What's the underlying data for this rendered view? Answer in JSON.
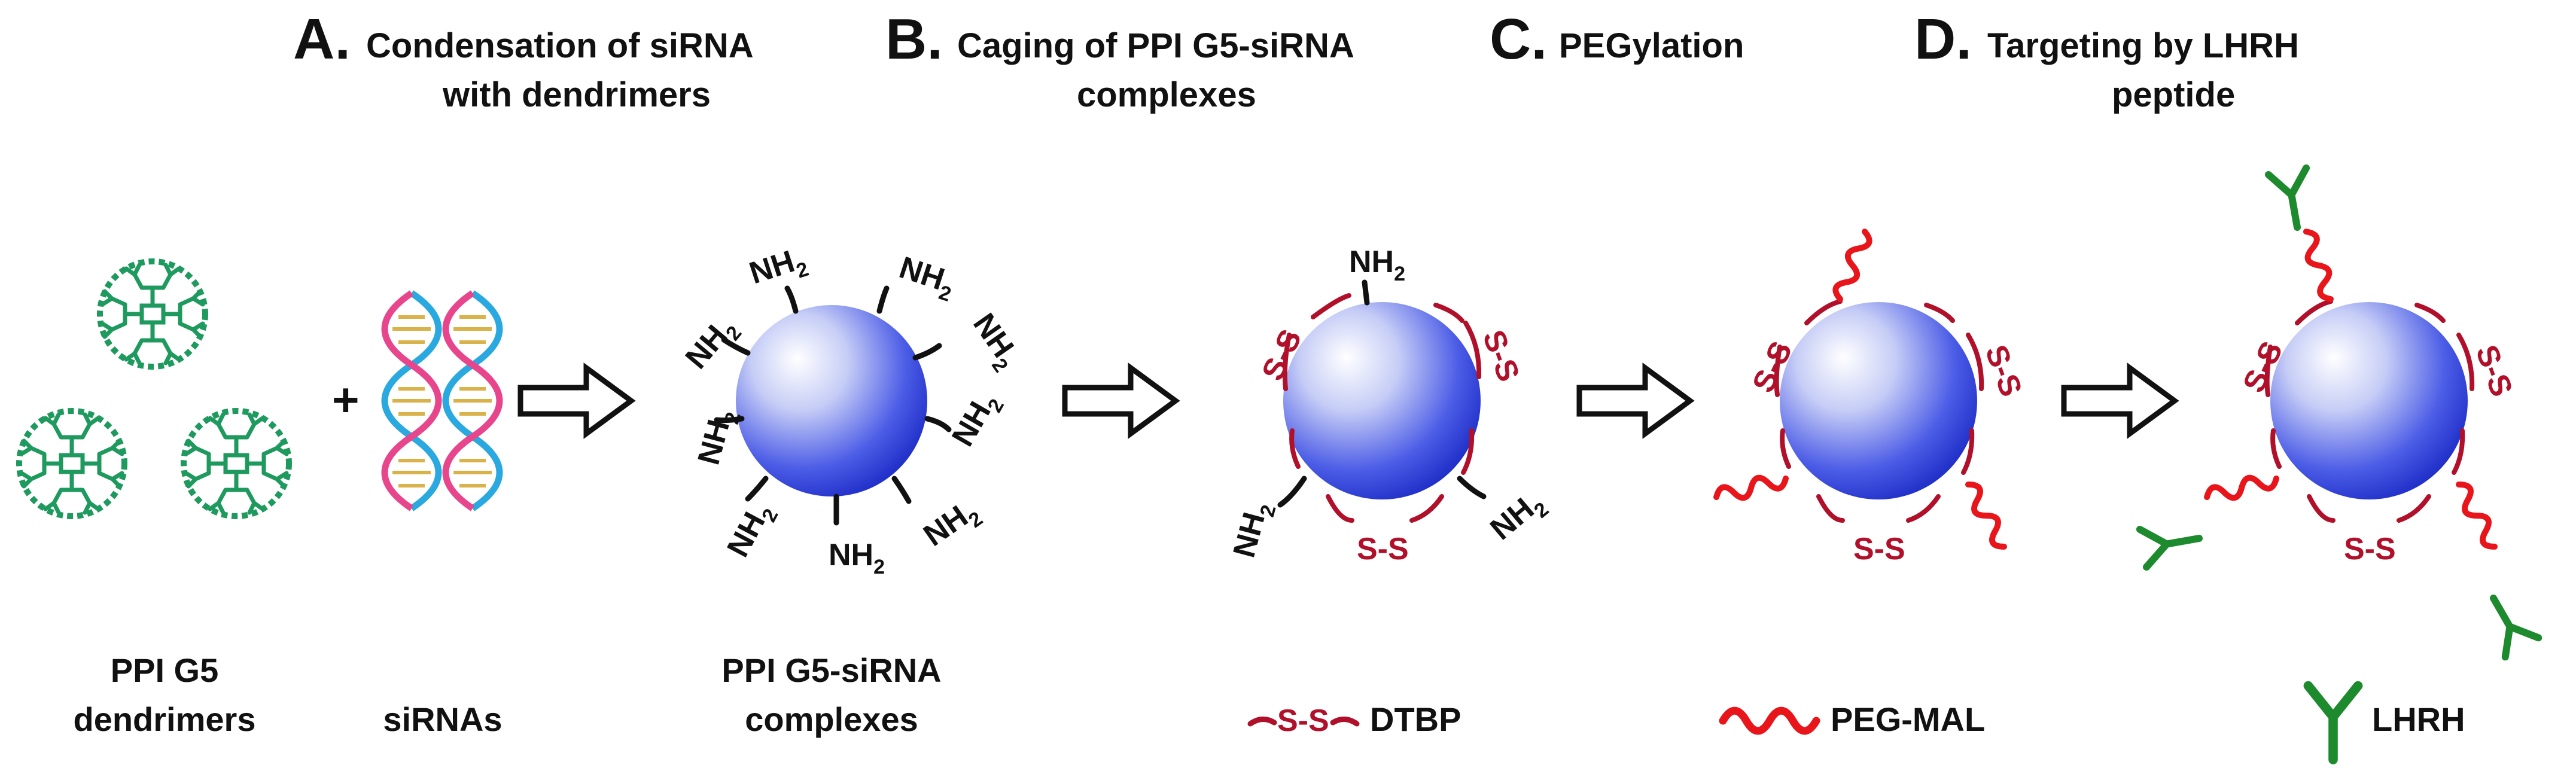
{
  "steps": [
    {
      "letter": "A.",
      "title_line1": "Condensation of siRNA",
      "title_line2": "with dendrimers"
    },
    {
      "letter": "B.",
      "title_line1": "Caging of PPI G5-siRNA",
      "title_line2": "complexes"
    },
    {
      "letter": "C.",
      "title_line1": "PEGylation",
      "title_line2": ""
    },
    {
      "letter": "D.",
      "title_line1": "Targeting by LHRH",
      "title_line2": "peptide"
    }
  ],
  "labels": {
    "dendrimers_line1": "PPI G5",
    "dendrimers_line2": "dendrimers",
    "sirnas": "siRNAs",
    "complexes_line1": "PPI G5-siRNA",
    "complexes_line2": "complexes",
    "plus": "+"
  },
  "chem": {
    "amine_main": "NH",
    "amine_sub": "2",
    "disulfide": "S-S"
  },
  "legend": {
    "dtbp": "DTBP",
    "peg": "PEG-MAL",
    "lhrh": "LHRH"
  },
  "colors": {
    "sphere_core": "#2b3bd6",
    "dendrimer_green": "#1f9a5e",
    "disulfide_red": "#b0102a",
    "peg_red": "#e8161b",
    "lhrh_green": "#1e8a2e"
  }
}
